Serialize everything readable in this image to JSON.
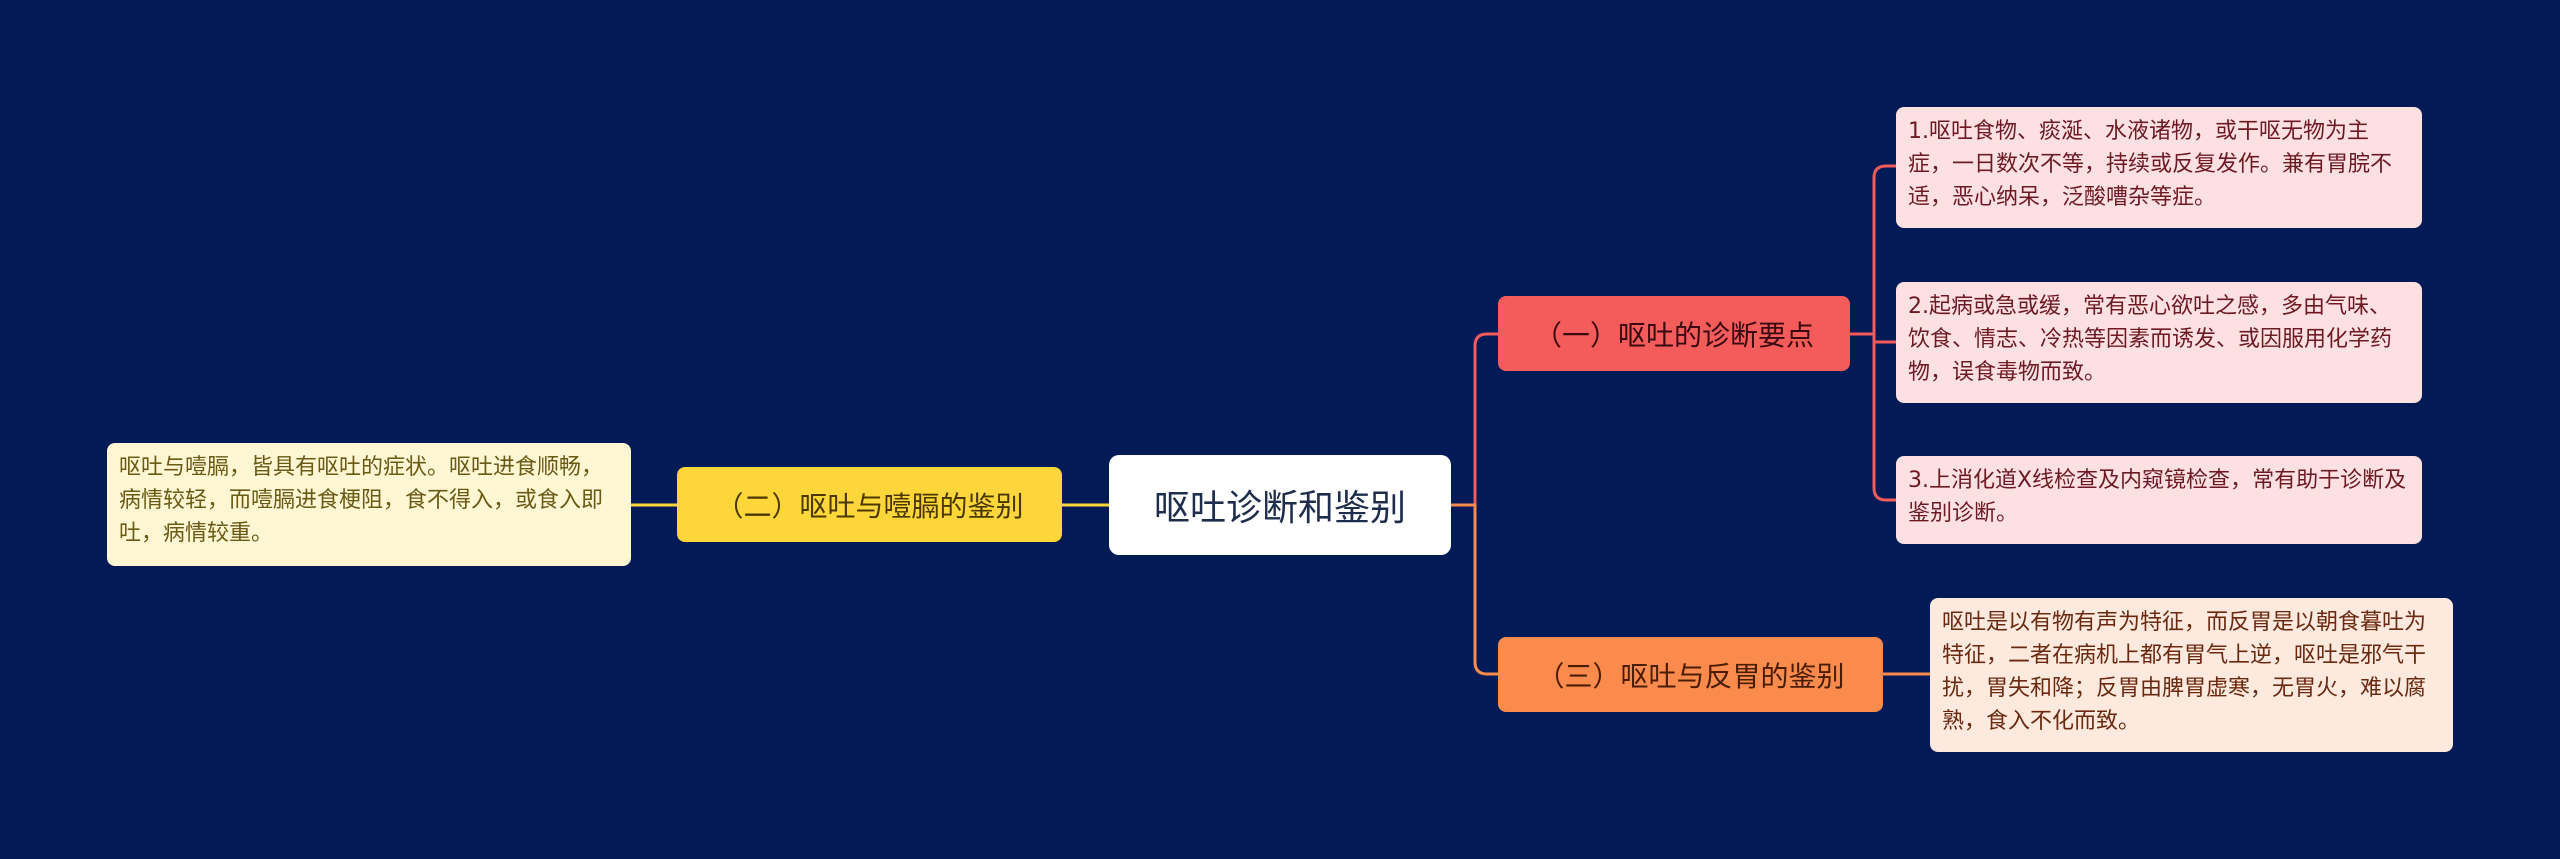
{
  "root": {
    "label": "呕吐诊断和鉴别"
  },
  "branches": [
    {
      "label": "（一）呕吐的诊断要点",
      "color": "#f45b5b",
      "items": [
        "1.呕吐食物、痰涎、水液诸物，或干呕无物为主症，一日数次不等，持续或反复发作。兼有胃脘不适，恶心纳呆，泛酸嘈杂等症。",
        "2.起病或急或缓，常有恶心欲吐之感，多由气味、饮食、情志、冷热等因素而诱发、或因服用化学药物，误食毒物而致。",
        "3.上消化道X线检查及内窥镜检查，常有助于诊断及鉴别诊断。"
      ]
    },
    {
      "label": "（二）呕吐与噎膈的鉴别",
      "color": "#fdd63a",
      "items": [
        "呕吐与噎膈，皆具有呕吐的症状。呕吐进食顺畅，病情较轻，而噎膈进食梗阻，食不得入，或食入即吐，病情较重。"
      ]
    },
    {
      "label": "（三）呕吐与反胃的鉴别",
      "color": "#fb8a4d",
      "items": [
        "呕吐是以有物有声为特征，而反胃是以朝食暮吐为特征，二者在病机上都有胃气上逆，呕吐是邪气干扰，胃失和降；反胃由脾胃虚寒，无胃火，难以腐熟，食入不化而致。"
      ]
    }
  ],
  "colors": {
    "background": "#021a55",
    "root_fill": "#ffffff",
    "connector_red": "#f45b5b",
    "connector_yellow": "#fdd63a",
    "connector_orange": "#fb8a4d"
  }
}
